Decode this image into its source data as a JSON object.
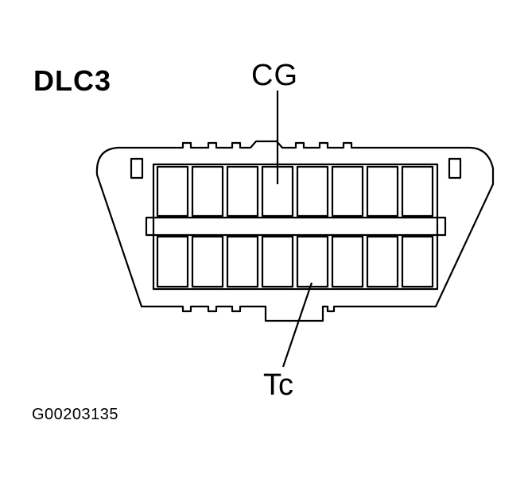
{
  "connector": {
    "title": "DLC3",
    "pin_top_label": "CG",
    "pin_bottom_label": "Tc",
    "pins_per_row": 8,
    "rows": 2
  },
  "figure_id": "G00203135",
  "colors": {
    "ink": "#000000",
    "background": "#ffffff"
  }
}
